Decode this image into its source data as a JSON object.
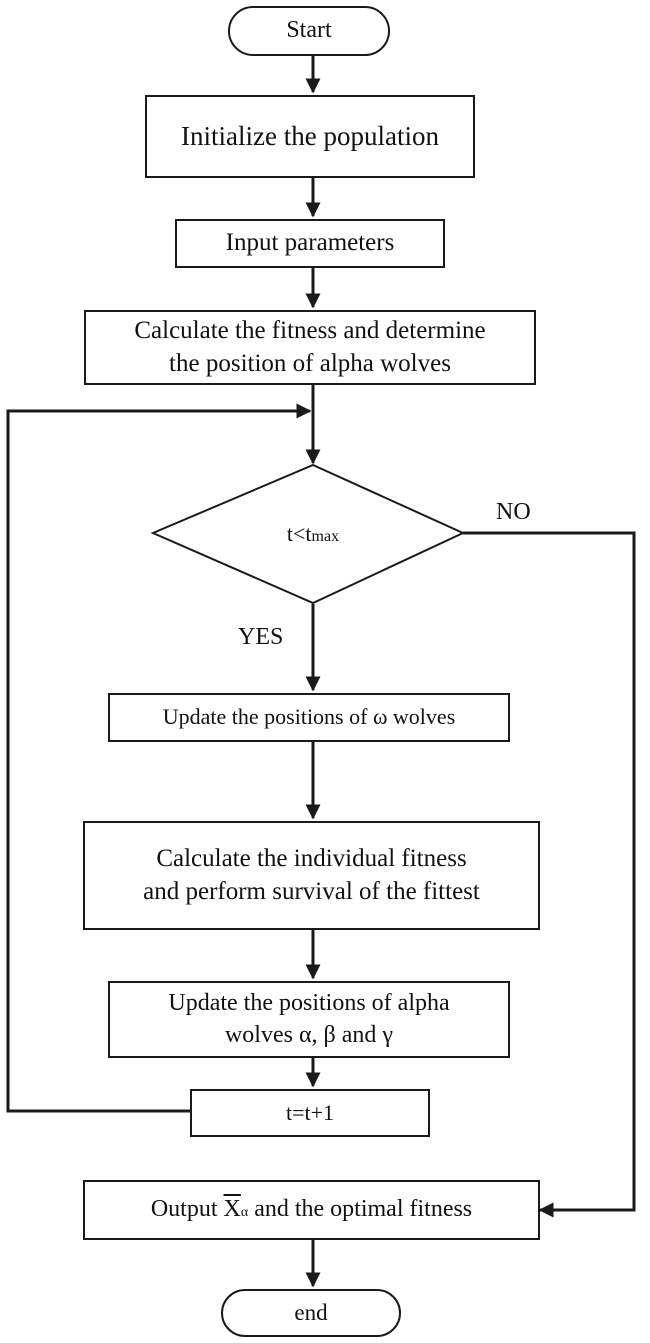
{
  "flowchart": {
    "start": "Start",
    "initialize": "Initialize the population",
    "input_params": "Input parameters",
    "calc_fitness": {
      "line1": "Calculate the fitness and determine",
      "line2": "the position of alpha wolves"
    },
    "decision": {
      "t": "t<t",
      "sub": "max"
    },
    "no_label": "NO",
    "yes_label": "YES",
    "update_omega": "Update the positions of  ω wolves",
    "calc_individual": {
      "line1": "Calculate the individual fitness",
      "line2": "and perform survival of the fittest"
    },
    "update_alpha": {
      "line1": "Update the positions of alpha",
      "line2": "wolves α, β and γ"
    },
    "increment": "t=t+1",
    "output": {
      "prefix": "Output",
      "x": "X",
      "x_sub": "α",
      "suffix": "and the optimal fitness"
    },
    "end": "end"
  },
  "colors": {
    "line": "#1a1a1a",
    "background": "#ffffff"
  }
}
